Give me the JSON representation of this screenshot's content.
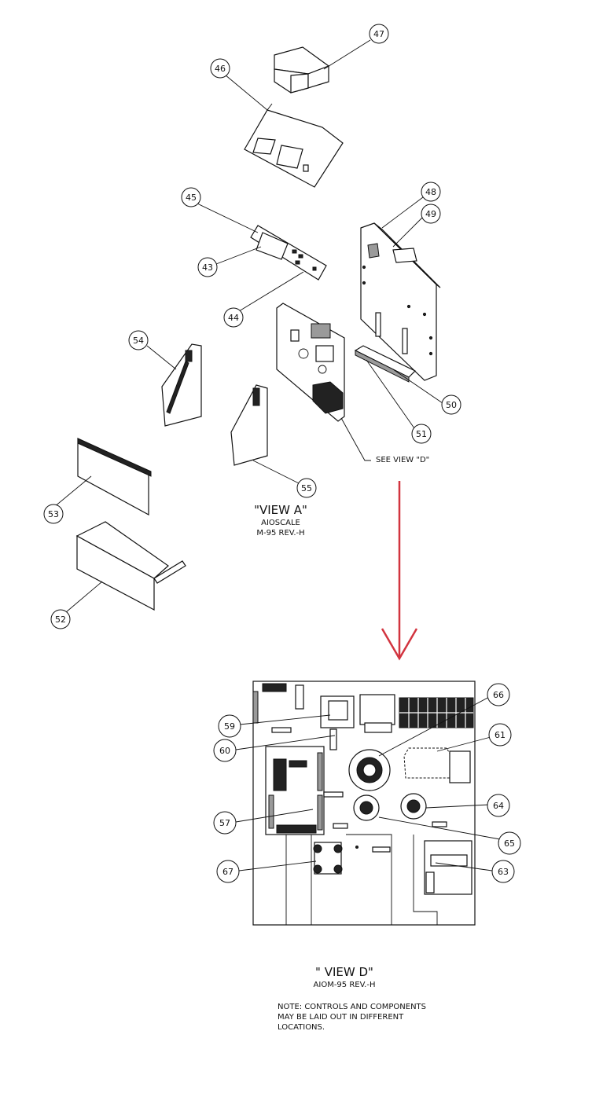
{
  "callouts": {
    "c43": "43",
    "c44": "44",
    "c45": "45",
    "c46": "46",
    "c47": "47",
    "c48": "48",
    "c49": "49",
    "c50": "50",
    "c51": "51",
    "c52": "52",
    "c53": "53",
    "c54": "54",
    "c55": "55",
    "c57": "57",
    "c59": "59",
    "c60": "60",
    "c61": "61",
    "c63": "63",
    "c64": "64",
    "c65": "65",
    "c66": "66",
    "c67": "67"
  },
  "see_view": "SEE VIEW \"D\"",
  "view_a": {
    "title": "\"VIEW A\"",
    "line1": "AIOSCALE",
    "line2": "M-95 REV.-H"
  },
  "view_d": {
    "title": "\" VIEW D\"",
    "line1": "AIOM-95 REV.-H"
  },
  "note": {
    "line1": "NOTE: CONTROLS AND COMPONENTS",
    "line2": "MAY BE LAID OUT IN DIFFERENT",
    "line3": "LOCATIONS."
  },
  "colors": {
    "arrow": "#d2343f",
    "line": "#111111"
  }
}
